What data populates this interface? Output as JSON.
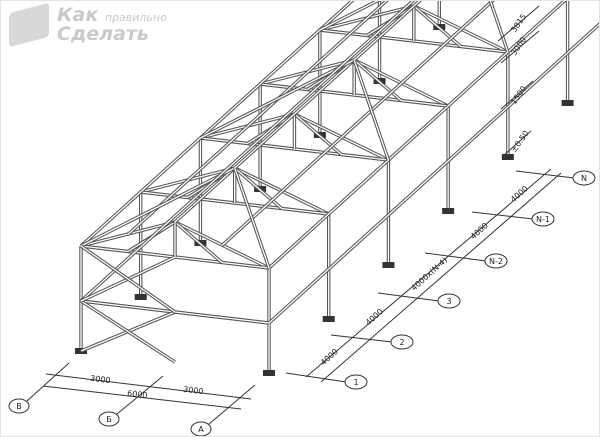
{
  "logo": {
    "line1": "Как",
    "line1_small": "правильно",
    "line2": "Сделать"
  },
  "elevations": [
    "3815",
    "3000",
    "1500",
    "±0.50"
  ],
  "length_axes": [
    "1",
    "2",
    "3",
    "N-2",
    "N-1",
    "N"
  ],
  "length_dims": [
    "4000",
    "4000",
    "4000x(N-4)",
    "4000",
    "4000"
  ],
  "width_axes": [
    "В",
    "Б",
    "А"
  ],
  "width_dims": [
    "3000",
    "3000",
    "6000"
  ],
  "colors": {
    "line": "#333333",
    "pipe": "#555555"
  }
}
